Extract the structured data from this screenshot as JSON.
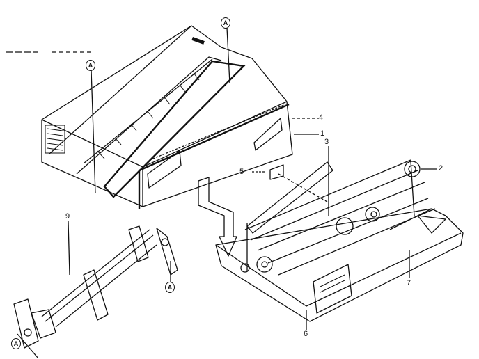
{
  "diagram": {
    "title": "Printer exploded view",
    "callouts": {
      "ref_a_cover_left": "A",
      "ref_a_cover_right": "A",
      "part_4": "4",
      "part_1": "1",
      "part_3": "3",
      "part_5": "5",
      "part_2": "2",
      "part_9": "9",
      "ref_a_tractor_right": "A",
      "part_7": "7",
      "part_6": "6",
      "ref_a_tractor_left": "A"
    }
  }
}
